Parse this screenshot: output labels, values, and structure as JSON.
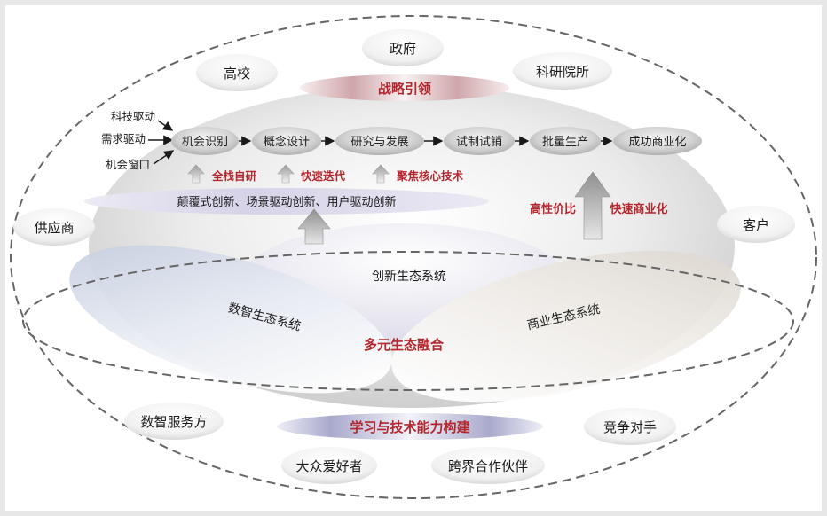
{
  "stakeholders": {
    "top": [
      "高校",
      "政府",
      "科研院所"
    ],
    "left": "供应商",
    "right": "客户",
    "bottom": [
      "数智服务方",
      "竞争对手",
      "大众爱好者",
      "跨界合作伙伴"
    ]
  },
  "guidance": "战略引领",
  "drivers": [
    "科技驱动",
    "需求驱动",
    "机会窗口"
  ],
  "process": [
    "机会识别",
    "概念设计",
    "研究与发展",
    "试制试销",
    "批量生产",
    "成功商业化"
  ],
  "left_arrows": [
    "全栈自研",
    "快速迭代",
    "聚焦核心技术"
  ],
  "innovation_band": "颠覆式创新、场景驱动创新、用户驱动创新",
  "right_labels": [
    "高性价比",
    "快速商业化"
  ],
  "ecosystems": {
    "innovation": "创新生态系统",
    "digital": "数智生态系统",
    "business": "商业生态系统",
    "fusion": "多元生态融合"
  },
  "foundation": "学习与技术能力构建",
  "colors": {
    "accent_red": "#b3262e",
    "text_dark": "#1a1a1a",
    "dash": "#666666"
  }
}
